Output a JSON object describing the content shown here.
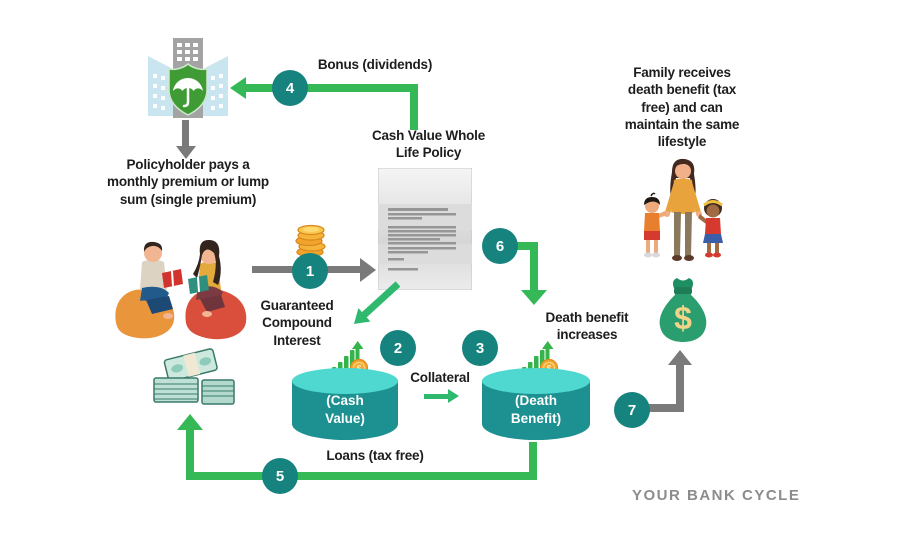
{
  "colors": {
    "teal": "#17837f",
    "green": "#35b957",
    "green2": "#2eb96e",
    "gray-arrow": "#7a7a7a",
    "cyl-body": "#1d9191",
    "cyl-top": "#4ed8d0",
    "ink": "#1d1d1f",
    "brand-gray": "#8c8c8c",
    "coin-gold": "#f4a62e",
    "bag-green": "#2b9e6f"
  },
  "steps": [
    {
      "num": "1"
    },
    {
      "num": "2"
    },
    {
      "num": "3"
    },
    {
      "num": "4"
    },
    {
      "num": "5"
    },
    {
      "num": "6"
    },
    {
      "num": "7"
    }
  ],
  "labels": {
    "bonus": "Bonus (dividends)",
    "policy_title": "Cash Value Whole Life Policy",
    "policyholder": "Policyholder pays a monthly premium or lump sum (single premium)",
    "guaranteed_interest": "Guaranteed Compound Interest",
    "cash_value": "(Cash Value)",
    "collateral": "Collateral",
    "death_benefit": "(Death Benefit)",
    "death_benefit_increases": "Death benefit increases",
    "family_receives": "Family receives death benefit (tax free) and can maintain the same lifestyle",
    "loans": "Loans (tax free)",
    "brand": "YOUR BANK CYCLE"
  },
  "icons": {
    "insurance_company": "building-with-shield-umbrella-icon",
    "policy_document": "policy-document-icon",
    "premium_coins": "coin-stack-icon",
    "growth": "growth-bars-coin-icon",
    "money_bag": "money-bag-icon",
    "cash_bundles": "cash-bundles-icon",
    "couple": "couple-reading-illustration",
    "family": "family-illustration"
  }
}
